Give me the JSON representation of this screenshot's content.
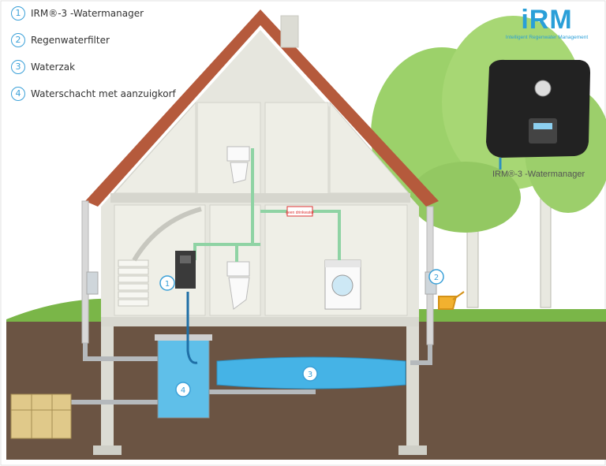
{
  "legend": {
    "items": [
      {
        "number": "1",
        "label": "IRM®-3 -Watermanager"
      },
      {
        "number": "2",
        "label": "Regenwaterfilter"
      },
      {
        "number": "3",
        "label": "Waterzak"
      },
      {
        "number": "4",
        "label": "Waterschacht met aanzuigkorf"
      }
    ]
  },
  "brand": {
    "wordmark": "iRM",
    "tagline": "Intelligent Regenwater Management"
  },
  "device": {
    "caption": "IRM®-3 -Watermanager"
  },
  "callouts": {
    "c1": "1",
    "c2": "2",
    "c3": "3",
    "c4": "4"
  },
  "sign": {
    "text": "geen drinkwater"
  },
  "colors": {
    "accent": "#3aa0d8",
    "pipe_green": "#8fd3a4",
    "soil": "#6b5443",
    "grass": "#7ab648",
    "roof": "#b55a3c",
    "water": "#45b3e6"
  }
}
